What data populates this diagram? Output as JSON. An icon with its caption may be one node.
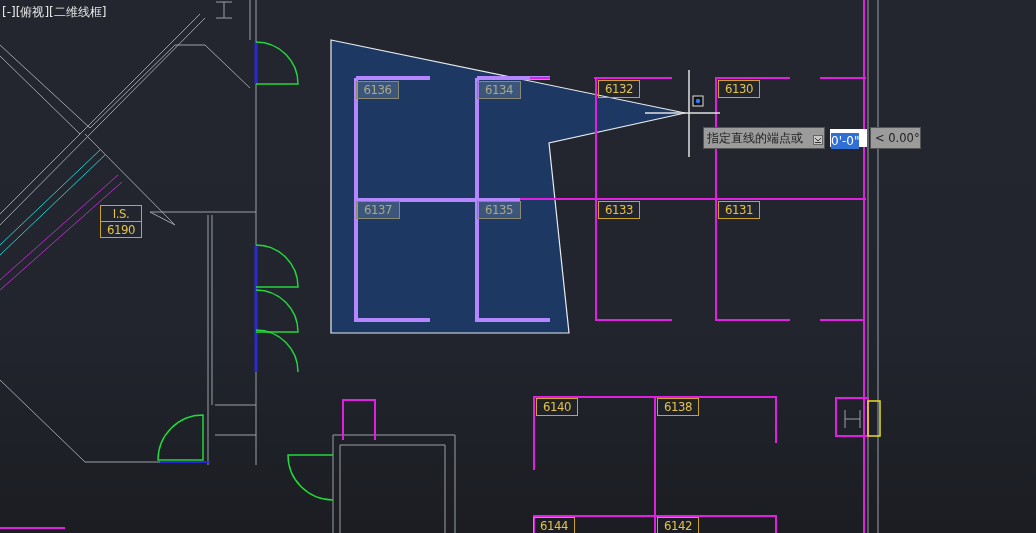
{
  "diagram": {
    "nodes": [
      {
        "text": [
          "6136"
        ]
      },
      {
        "text": [
          "6134"
        ]
      },
      {
        "text": [
          "6132"
        ]
      },
      {
        "text": [
          "6130"
        ]
      },
      {
        "text": [
          "I.S.",
          "6190"
        ]
      },
      {
        "text": [
          "6137"
        ]
      },
      {
        "text": [
          "6135"
        ]
      },
      {
        "text": [
          "6133"
        ]
      },
      {
        "text": [
          "6131"
        ]
      },
      {
        "text": [
          "6140"
        ]
      },
      {
        "text": [
          "6138"
        ]
      },
      {
        "text": [
          "6144"
        ]
      },
      {
        "text": [
          "6142"
        ]
      }
    ],
    "labels": [
      "[-][俯视][二维线框]",
      "指定直线的端点或",
      "0'-0\"",
      "< 0.00°"
    ]
  }
}
